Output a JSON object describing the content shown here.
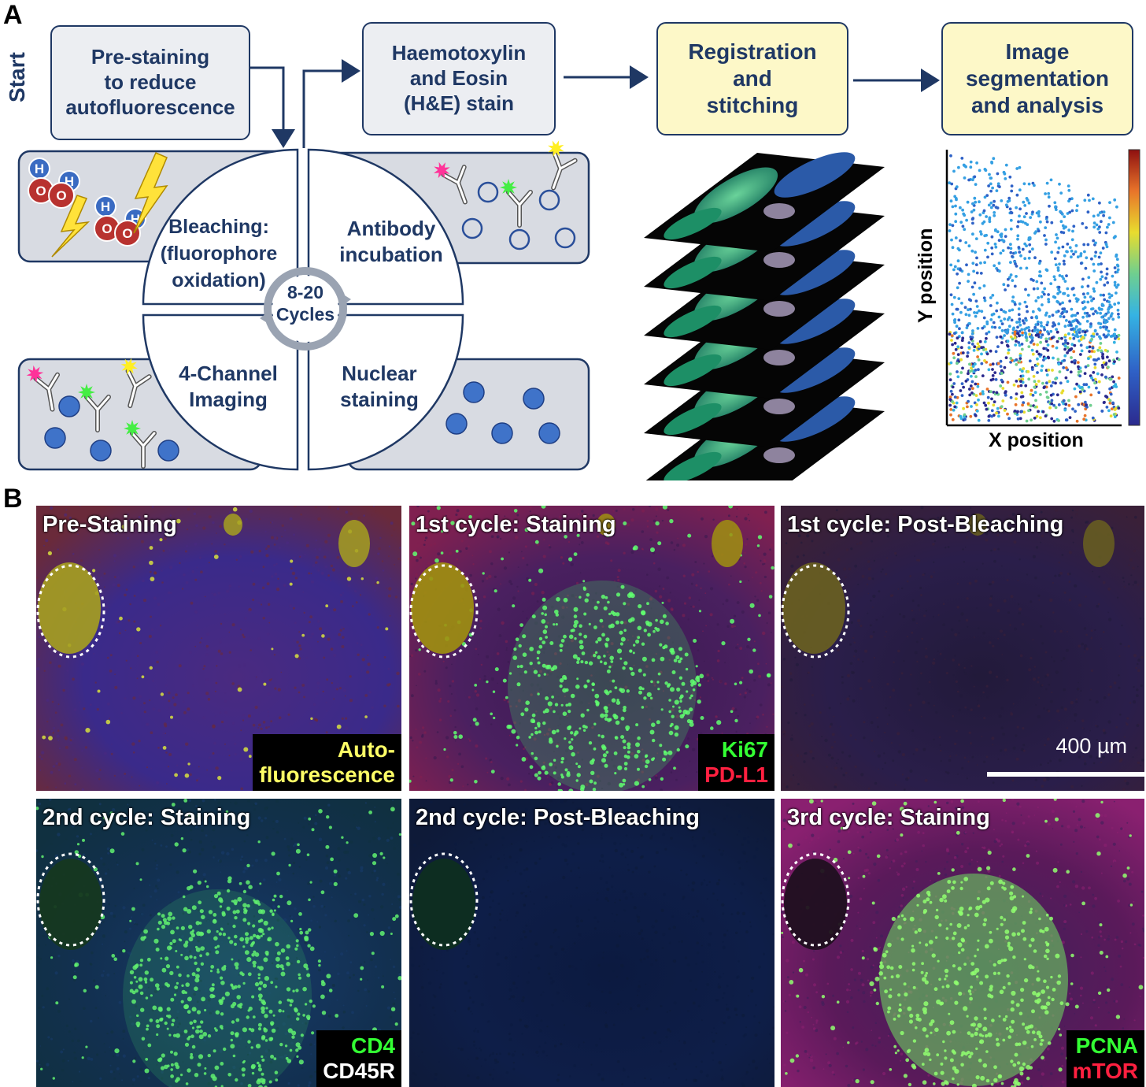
{
  "panel_a": {
    "letter": "A",
    "start": "Start",
    "steps": {
      "pre": "Pre-staining\nto reduce\nautofluorescence",
      "he": "Haemotoxylin\nand Eosin\n(H&E) stain",
      "reg": "Registration\nand\nstitching",
      "seg": "Image\nsegmentation\nand analysis"
    },
    "cycle": {
      "q_bleach": "Bleaching:\n(fluorophore\noxidation)",
      "q_antibody": "Antibody\nincubation",
      "q_imaging": "4-Channel\nImaging",
      "q_nuclear": "Nuclear\nstaining",
      "center": "8-20\nCycles"
    },
    "molecule": {
      "h": "H",
      "o": "O"
    },
    "scatter": {
      "xlabel": "X position",
      "ylabel": "Y position"
    }
  },
  "panel_b": {
    "letter": "B",
    "tiles": [
      {
        "title": "Pre-Staining",
        "legend": [
          {
            "text": "Auto-",
            "color": "#ffff66"
          },
          {
            "text": "fluorescence",
            "color": "#ffff66"
          }
        ]
      },
      {
        "title": "1st cycle: Staining",
        "legend": [
          {
            "text": "Ki67",
            "color": "#33ff33"
          },
          {
            "text": "PD-L1",
            "color": "#ff2040"
          }
        ]
      },
      {
        "title": "1st cycle: Post-Bleaching",
        "legend": []
      },
      {
        "title": "2nd cycle: Staining",
        "legend": [
          {
            "text": "CD4",
            "color": "#33ff33"
          },
          {
            "text": "CD45R",
            "color": "#ffffff"
          }
        ]
      },
      {
        "title": "2nd cycle: Post-Bleaching",
        "legend": []
      },
      {
        "title": "3rd cycle: Staining",
        "legend": [
          {
            "text": "PCNA",
            "color": "#33ff33"
          },
          {
            "text": "mTOR",
            "color": "#ff2040"
          }
        ]
      }
    ],
    "scale_bar_label": "400 µm"
  }
}
